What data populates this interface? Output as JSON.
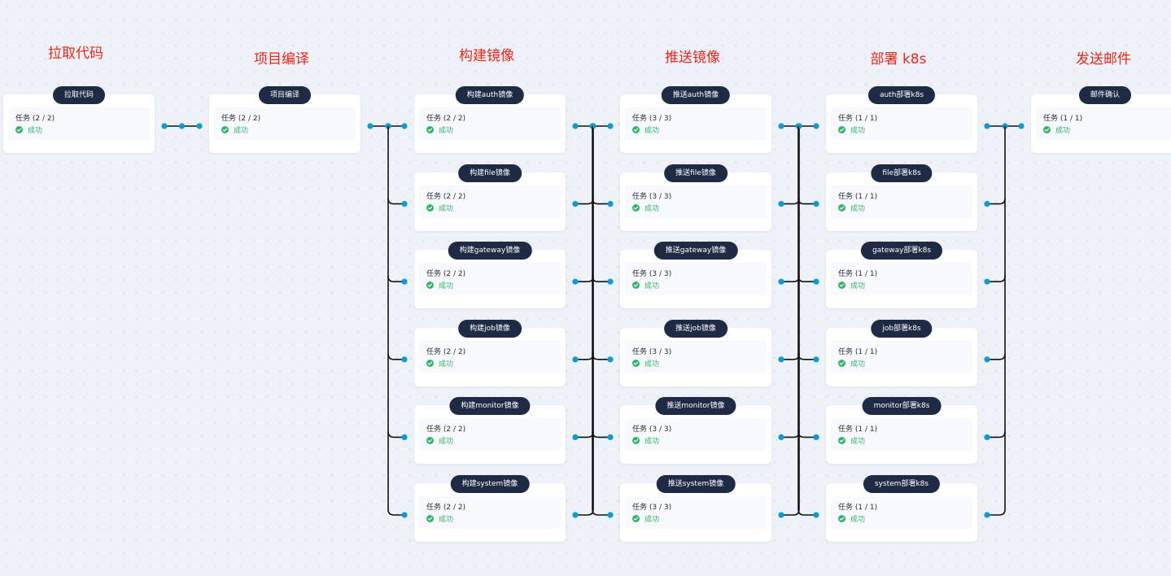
{
  "colors": {
    "stage_title": "#e8251b",
    "header_bg": "#1f2a44",
    "success": "#34b26c",
    "connector_dot": "#0a9bd0",
    "connector_line": "#111111",
    "canvas_bg": "#eef2f8"
  },
  "stages": [
    {
      "title": "拉取代码",
      "jobs": [
        {
          "name": "拉取代码",
          "task": "任务 (2 / 2)",
          "status": "成功"
        }
      ]
    },
    {
      "title": "项目编译",
      "jobs": [
        {
          "name": "项目编译",
          "task": "任务 (2 / 2)",
          "status": "成功"
        }
      ]
    },
    {
      "title": "构建镜像",
      "jobs": [
        {
          "name": "构建auth镜像",
          "task": "任务 (2 / 2)",
          "status": "成功"
        },
        {
          "name": "构建file镜像",
          "task": "任务 (2 / 2)",
          "status": "成功"
        },
        {
          "name": "构建gateway镜像",
          "task": "任务 (2 / 2)",
          "status": "成功"
        },
        {
          "name": "构建job镜像",
          "task": "任务 (2 / 2)",
          "status": "成功"
        },
        {
          "name": "构建monitor镜像",
          "task": "任务 (2 / 2)",
          "status": "成功"
        },
        {
          "name": "构建system镜像",
          "task": "任务 (2 / 2)",
          "status": "成功"
        }
      ]
    },
    {
      "title": "推送镜像",
      "jobs": [
        {
          "name": "推送auth镜像",
          "task": "任务 (3 / 3)",
          "status": "成功"
        },
        {
          "name": "推送file镜像",
          "task": "任务 (3 / 3)",
          "status": "成功"
        },
        {
          "name": "推送gateway镜像",
          "task": "任务 (3 / 3)",
          "status": "成功"
        },
        {
          "name": "推送job镜像",
          "task": "任务 (3 / 3)",
          "status": "成功"
        },
        {
          "name": "推送monitor镜像",
          "task": "任务 (3 / 3)",
          "status": "成功"
        },
        {
          "name": "推送system镜像",
          "task": "任务 (3 / 3)",
          "status": "成功"
        }
      ]
    },
    {
      "title": "部署 k8s",
      "jobs": [
        {
          "name": "auth部署k8s",
          "task": "任务 (1 / 1)",
          "status": "成功"
        },
        {
          "name": "file部署k8s",
          "task": "任务 (1 / 1)",
          "status": "成功"
        },
        {
          "name": "gateway部署k8s",
          "task": "任务 (1 / 1)",
          "status": "成功"
        },
        {
          "name": "job部署k8s",
          "task": "任务 (1 / 1)",
          "status": "成功"
        },
        {
          "name": "monitor部署k8s",
          "task": "任务 (1 / 1)",
          "status": "成功"
        },
        {
          "name": "system部署k8s",
          "task": "任务 (1 / 1)",
          "status": "成功"
        }
      ]
    },
    {
      "title": "发送邮件",
      "jobs": [
        {
          "name": "邮件确认",
          "task": "任务 (1 / 1)",
          "status": "成功"
        }
      ]
    }
  ]
}
